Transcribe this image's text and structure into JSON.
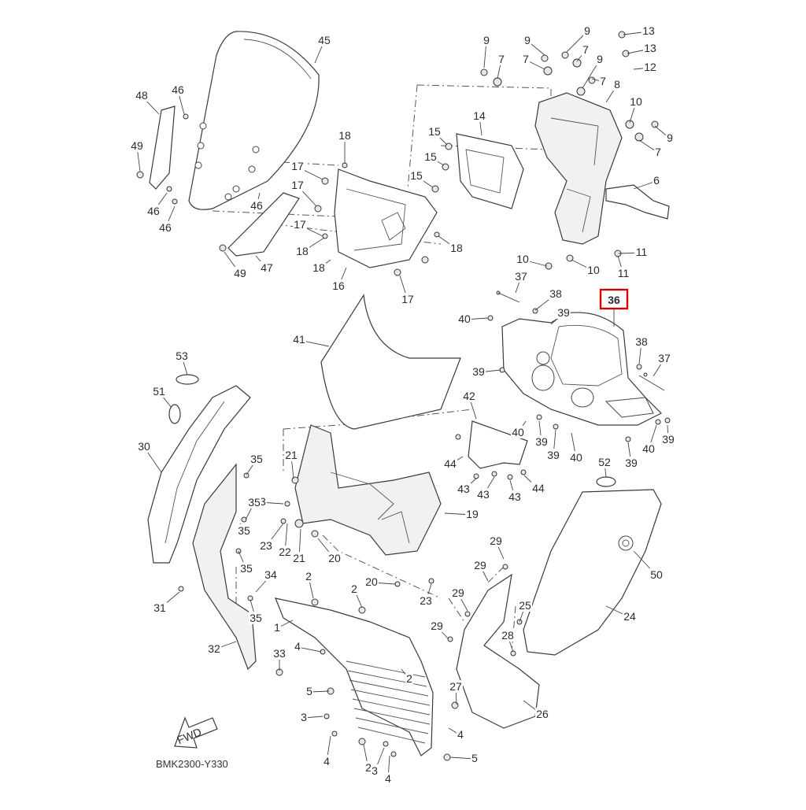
{
  "diagram_code": "BMK2300-Y330",
  "direction_arrow_label": "FWD",
  "highlighted_part": "36",
  "highlight_color": "#d40000",
  "part_labels": [
    {
      "id": "l1",
      "text": "1"
    },
    {
      "id": "l2a",
      "text": "2"
    },
    {
      "id": "l2b",
      "text": "2"
    },
    {
      "id": "l2c",
      "text": "2"
    },
    {
      "id": "l2d",
      "text": "2"
    },
    {
      "id": "l3a",
      "text": "3"
    },
    {
      "id": "l3b",
      "text": "3"
    },
    {
      "id": "l4a",
      "text": "4"
    },
    {
      "id": "l4b",
      "text": "4"
    },
    {
      "id": "l4c",
      "text": "4"
    },
    {
      "id": "l4d",
      "text": "4"
    },
    {
      "id": "l5a",
      "text": "5"
    },
    {
      "id": "l5b",
      "text": "5"
    },
    {
      "id": "l6",
      "text": "6"
    },
    {
      "id": "l7a",
      "text": "7"
    },
    {
      "id": "l7b",
      "text": "7"
    },
    {
      "id": "l7c",
      "text": "7"
    },
    {
      "id": "l7d",
      "text": "7"
    },
    {
      "id": "l7e",
      "text": "7"
    },
    {
      "id": "l8",
      "text": "8"
    },
    {
      "id": "l9a",
      "text": "9"
    },
    {
      "id": "l9b",
      "text": "9"
    },
    {
      "id": "l9c",
      "text": "9"
    },
    {
      "id": "l9d",
      "text": "9"
    },
    {
      "id": "l9e",
      "text": "9"
    },
    {
      "id": "l10a",
      "text": "10"
    },
    {
      "id": "l10b",
      "text": "10"
    },
    {
      "id": "l10c",
      "text": "10"
    },
    {
      "id": "l11a",
      "text": "11"
    },
    {
      "id": "l11b",
      "text": "11"
    },
    {
      "id": "l12",
      "text": "12"
    },
    {
      "id": "l13a",
      "text": "13"
    },
    {
      "id": "l13b",
      "text": "13"
    },
    {
      "id": "l14",
      "text": "14"
    },
    {
      "id": "l15a",
      "text": "15"
    },
    {
      "id": "l15b",
      "text": "15"
    },
    {
      "id": "l15c",
      "text": "15"
    },
    {
      "id": "l16",
      "text": "16"
    },
    {
      "id": "l17a",
      "text": "17"
    },
    {
      "id": "l17b",
      "text": "17"
    },
    {
      "id": "l17c",
      "text": "17"
    },
    {
      "id": "l17d",
      "text": "17"
    },
    {
      "id": "l18a",
      "text": "18"
    },
    {
      "id": "l18b",
      "text": "18"
    },
    {
      "id": "l18c",
      "text": "18"
    },
    {
      "id": "l18d",
      "text": "18"
    },
    {
      "id": "l19",
      "text": "19"
    },
    {
      "id": "l20a",
      "text": "20"
    },
    {
      "id": "l20b",
      "text": "20"
    },
    {
      "id": "l21a",
      "text": "21"
    },
    {
      "id": "l21b",
      "text": "21"
    },
    {
      "id": "l22",
      "text": "22"
    },
    {
      "id": "l23a",
      "text": "23"
    },
    {
      "id": "l23b",
      "text": "23"
    },
    {
      "id": "l23c",
      "text": "23"
    },
    {
      "id": "l24",
      "text": "24"
    },
    {
      "id": "l25",
      "text": "25"
    },
    {
      "id": "l26",
      "text": "26"
    },
    {
      "id": "l27",
      "text": "27"
    },
    {
      "id": "l28",
      "text": "28"
    },
    {
      "id": "l29a",
      "text": "29"
    },
    {
      "id": "l29b",
      "text": "29"
    },
    {
      "id": "l29c",
      "text": "29"
    },
    {
      "id": "l29d",
      "text": "29"
    },
    {
      "id": "l30",
      "text": "30"
    },
    {
      "id": "l31",
      "text": "31"
    },
    {
      "id": "l32",
      "text": "32"
    },
    {
      "id": "l33",
      "text": "33"
    },
    {
      "id": "l34",
      "text": "34"
    },
    {
      "id": "l35a",
      "text": "35"
    },
    {
      "id": "l35b",
      "text": "35"
    },
    {
      "id": "l35c",
      "text": "35"
    },
    {
      "id": "l35d",
      "text": "35"
    },
    {
      "id": "l35e",
      "text": "35"
    },
    {
      "id": "l36",
      "text": "36"
    },
    {
      "id": "l37a",
      "text": "37"
    },
    {
      "id": "l37b",
      "text": "37"
    },
    {
      "id": "l38a",
      "text": "38"
    },
    {
      "id": "l38b",
      "text": "38"
    },
    {
      "id": "l39a",
      "text": "39"
    },
    {
      "id": "l39b",
      "text": "39"
    },
    {
      "id": "l39c",
      "text": "39"
    },
    {
      "id": "l39d",
      "text": "39"
    },
    {
      "id": "l39e",
      "text": "39"
    },
    {
      "id": "l39f",
      "text": "39"
    },
    {
      "id": "l40a",
      "text": "40"
    },
    {
      "id": "l40b",
      "text": "40"
    },
    {
      "id": "l40c",
      "text": "40"
    },
    {
      "id": "l40d",
      "text": "40"
    },
    {
      "id": "l41",
      "text": "41"
    },
    {
      "id": "l42",
      "text": "42"
    },
    {
      "id": "l43a",
      "text": "43"
    },
    {
      "id": "l43b",
      "text": "43"
    },
    {
      "id": "l43c",
      "text": "43"
    },
    {
      "id": "l44a",
      "text": "44"
    },
    {
      "id": "l44b",
      "text": "44"
    },
    {
      "id": "l45",
      "text": "45"
    },
    {
      "id": "l46a",
      "text": "46"
    },
    {
      "id": "l46b",
      "text": "46"
    },
    {
      "id": "l46c",
      "text": "46"
    },
    {
      "id": "l46d",
      "text": "46"
    },
    {
      "id": "l47",
      "text": "47"
    },
    {
      "id": "l48",
      "text": "48"
    },
    {
      "id": "l49a",
      "text": "49"
    },
    {
      "id": "l49b",
      "text": "49"
    },
    {
      "id": "l50",
      "text": "50"
    },
    {
      "id": "l51",
      "text": "51"
    },
    {
      "id": "l52",
      "text": "52"
    },
    {
      "id": "l53",
      "text": "53"
    }
  ]
}
